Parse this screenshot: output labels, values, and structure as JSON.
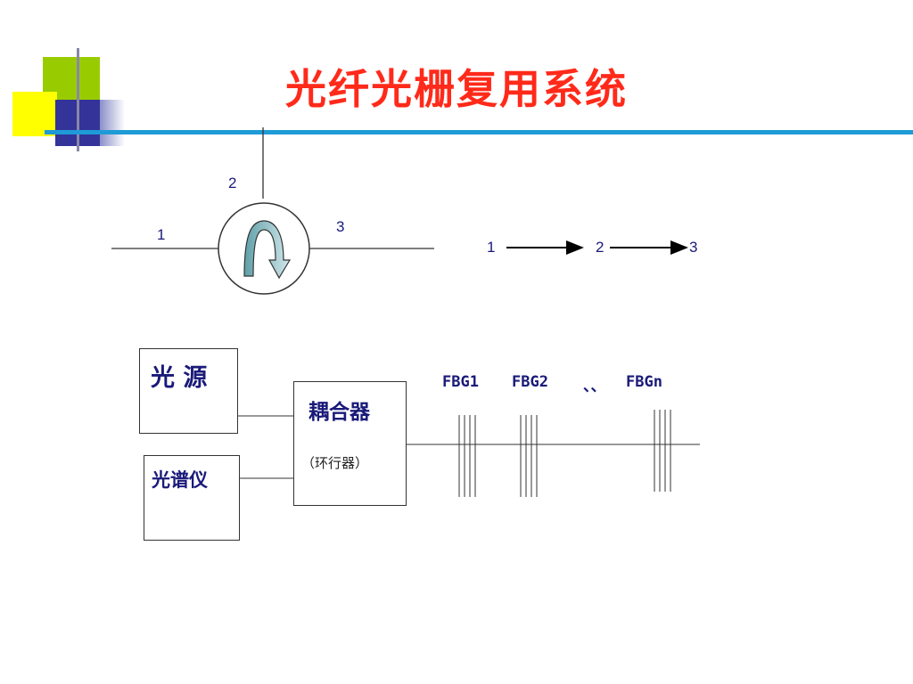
{
  "title": "光纤光栅复用系统",
  "circulator": {
    "port1": "1",
    "port2": "2",
    "port3": "3"
  },
  "flow": {
    "n1": "1",
    "n2": "2",
    "n3": "3"
  },
  "boxes": {
    "source": "光 源",
    "spectrometer": "光谱仪",
    "coupler": "耦合器",
    "coupler_note": "（环行器）"
  },
  "gratings": {
    "fbg1": "FBG1",
    "fbg2": "FBG2",
    "sep": "、、",
    "fbgn": "FBGn"
  },
  "colors": {
    "title": "#ff2a1a",
    "accent_bar": "#1e9bd7",
    "text": "#1a1a7a"
  }
}
